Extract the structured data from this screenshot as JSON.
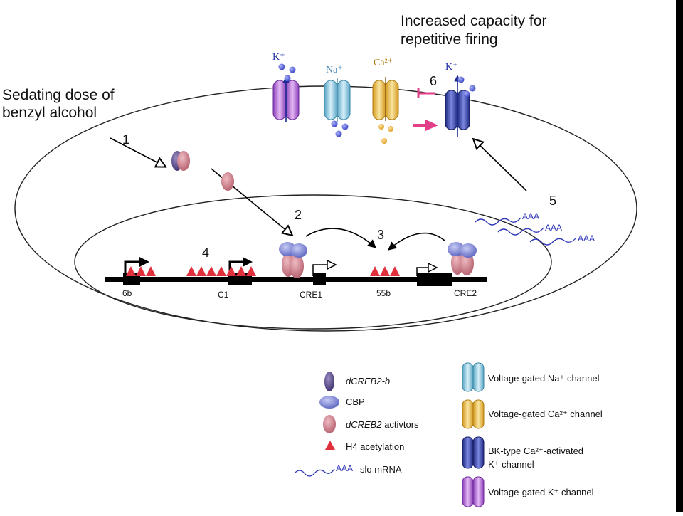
{
  "title_lines": [
    "Increased capacity for",
    "repetitive firing"
  ],
  "stimulus_lines": [
    "Sedating dose of",
    "benzyl alcohol"
  ],
  "steps": [
    "1",
    "2",
    "3",
    "4",
    "5",
    "6"
  ],
  "ions": {
    "k_left": "K⁺",
    "na": "Na⁺",
    "ca": "Ca²⁺",
    "k_right": "K⁺"
  },
  "gene_labels": [
    "6b",
    "C1",
    "CRE1",
    "55b",
    "CRE2"
  ],
  "mrna_tail": "AAA",
  "legend": {
    "dcreb2b": "dCREB2-b",
    "cbp": "CBP",
    "activators_italic": "dCREB2",
    "activators_rest": " activtors",
    "h4": "H4 acetylation",
    "slo_tail": "AAA",
    "slo": "slo mRNA",
    "na_channel": "Voltage-gated Na⁺ channel",
    "ca_channel": "Voltage-gated Ca²⁺ channel",
    "bk_line1": "BK-type Ca²⁺-activated",
    "bk_line2": "K⁺ channel",
    "k_channel": "Voltage-gated K⁺ channel"
  },
  "colors": {
    "dcreb2b": "#5a4a86",
    "cbp": "#7c83d4",
    "activator": "#d58590",
    "h4": "#e0303c",
    "mrna": "#2c35b8",
    "na_channel": "#8fc8e0",
    "ca_channel": "#e8b84a",
    "bk_channel": "#3a46a8",
    "k_channel": "#b46fd6",
    "magenta": "#e23e8a"
  }
}
